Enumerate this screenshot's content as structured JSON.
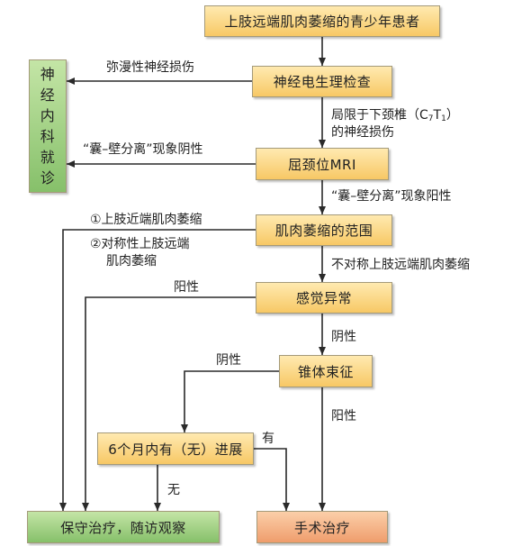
{
  "nodes": {
    "start": "上肢远端肌肉萎缩的青少年患者",
    "neuro_exam": "神经电生理检查",
    "flex_mri": "屈颈位MRI",
    "atrophy_range": "肌肉萎缩的范围",
    "sensory": "感觉异常",
    "pyramidal": "锥体束征",
    "progress": "6个月内有（无）进展",
    "neurology": [
      "神",
      "经",
      "内",
      "科",
      "就",
      "诊"
    ],
    "conservative": "保守治疗，随访观察",
    "surgery": "手术治疗"
  },
  "labels": {
    "diffuse": "弥漫性神经损伤",
    "localized_line1_prefix": "局限于下颈椎（C",
    "sub7": "7",
    "sub_t": "T",
    "sub1": "1",
    "localized_line1_suffix": "）",
    "localized_line2": "的神经损伤",
    "sac_negative": "“囊–壁分离”现象阴性",
    "sac_positive": "“囊–壁分离”现象阳性",
    "proximal": "①上肢近端肌肉萎缩",
    "symmetric_line1": "②对称性上肢远端",
    "symmetric_line2": "肌肉萎缩",
    "asymmetric": "不对称上肢远端肌肉萎缩",
    "sensory_positive": "阳性",
    "sensory_negative": "阴性",
    "pyramidal_negative": "阴性",
    "pyramidal_positive": "阳性",
    "progress_yes": "有",
    "progress_no": "无"
  }
}
